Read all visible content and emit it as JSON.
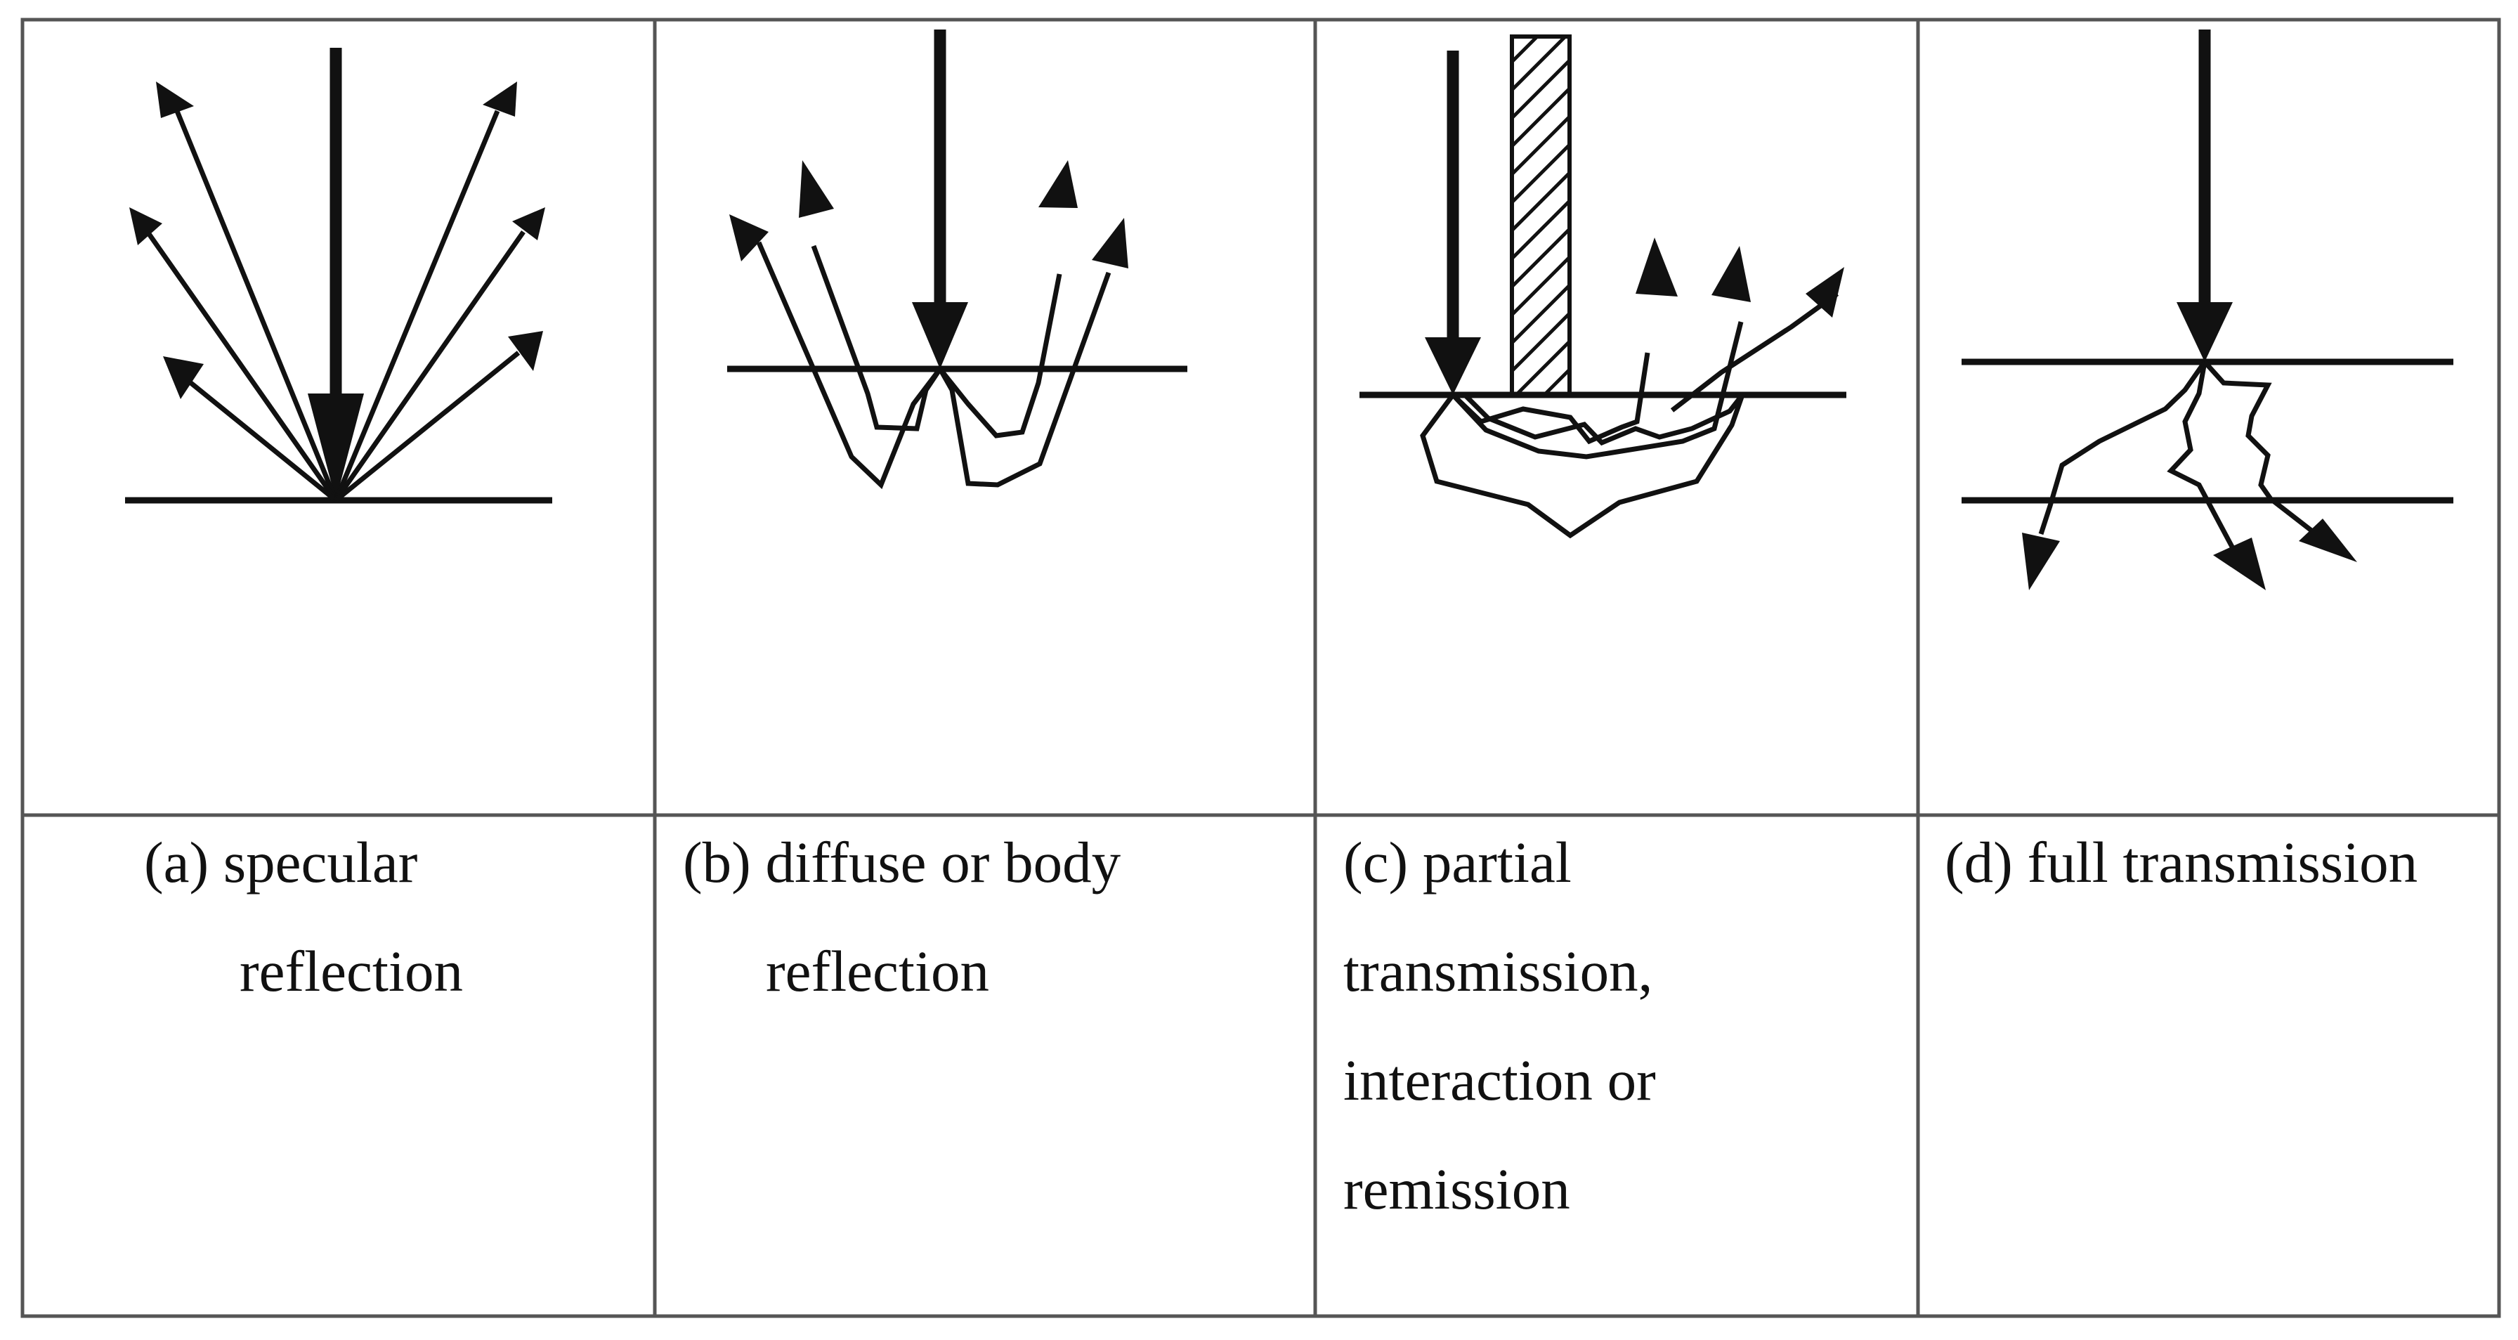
{
  "colors": {
    "ink": "#111111",
    "grid": "#555555",
    "background": "#ffffff"
  },
  "cells": [
    {
      "id": "a",
      "label_lines": [
        "(a)  specular",
        "reflection"
      ]
    },
    {
      "id": "b",
      "label_lines": [
        "(b) diffuse or body",
        "reflection"
      ]
    },
    {
      "id": "c",
      "label_lines": [
        "(c)  partial",
        "transmission,",
        "interaction or",
        "remission"
      ]
    },
    {
      "id": "d",
      "label_lines": [
        "(d) full transmission"
      ]
    }
  ]
}
